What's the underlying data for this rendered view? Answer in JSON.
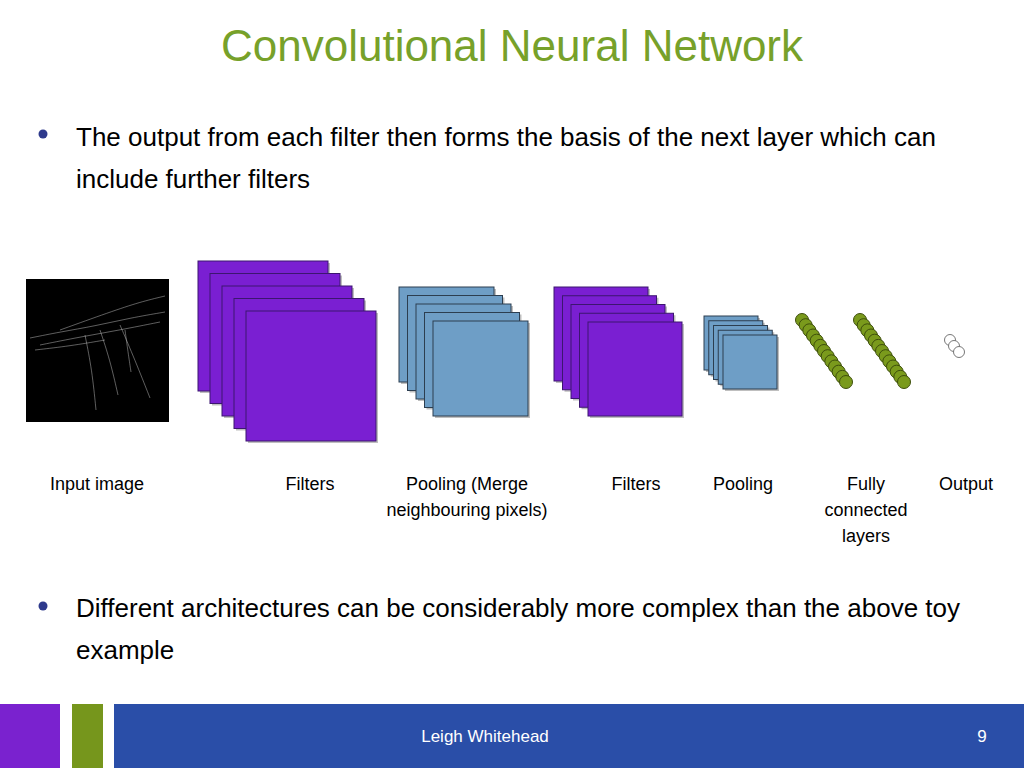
{
  "diagram": {
    "title": "Convolutional Neural Network",
    "nodes": [
      {
        "text": [
          "Input image"
        ]
      },
      {
        "text": [
          "Filters"
        ]
      },
      {
        "text": [
          "Pooling (Merge neighbouring pixels)"
        ]
      },
      {
        "text": [
          "Filters"
        ]
      },
      {
        "text": [
          "Pooling"
        ]
      },
      {
        "text": [
          "Fully connected layers"
        ]
      },
      {
        "text": [
          "Output"
        ]
      }
    ],
    "labels": [
      "The output from each filter then forms the basis of the next layer which can include further filters",
      "Different architectures can be considerably more complex than the above toy example",
      "Leigh Whitehead",
      "9"
    ]
  }
}
